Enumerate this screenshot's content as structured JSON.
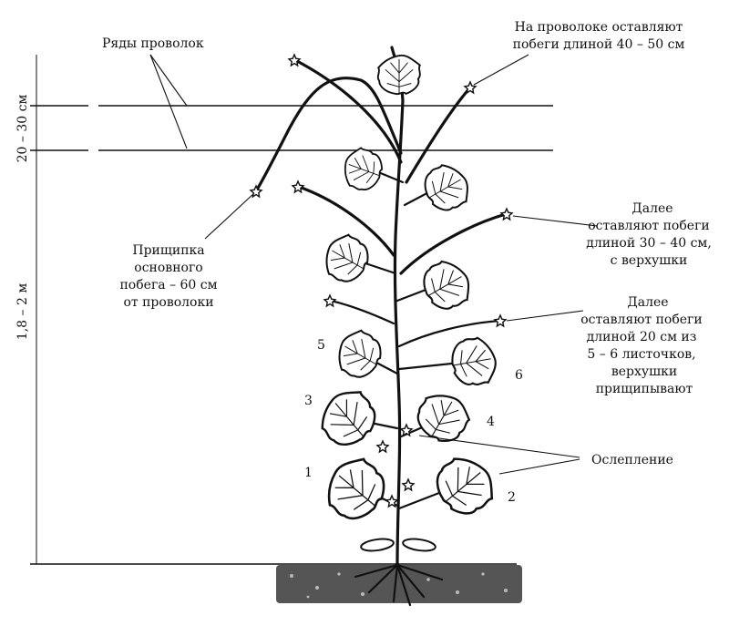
{
  "labels": {
    "wire_rows": "Ряды проволок",
    "top_note": [
      "На проволоке оставляют",
      "побеги длиной 40 – 50 см"
    ],
    "pinch_main": [
      "Прищипка",
      "основного",
      "побега – 60 см",
      "от проволоки"
    ],
    "next_30_40": [
      "Далее",
      "оставляют побеги",
      "длиной 30 – 40 см,",
      "с верхушки"
    ],
    "next_20": [
      "Далее",
      "оставляют побеги",
      "длиной 20 см из",
      "5 – 6 листочков,",
      "верхушки",
      "прищипывают"
    ],
    "blinding": "Ослепление"
  },
  "dimensions": {
    "wire_spacing": "20 – 30 см",
    "height": "1,8 – 2 м"
  },
  "leaf_numbers": [
    "1",
    "2",
    "3",
    "4",
    "5",
    "6"
  ]
}
